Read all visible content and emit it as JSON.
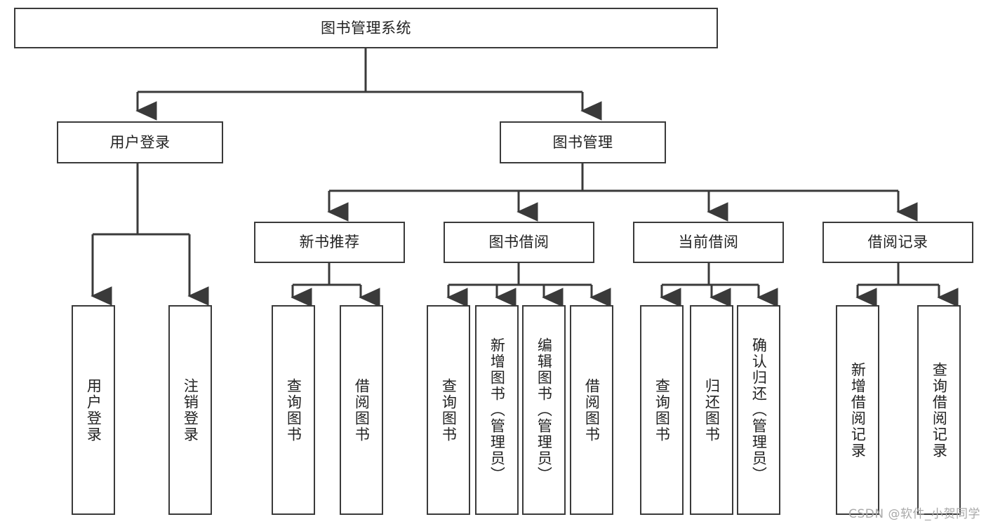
{
  "diagram": {
    "title": "图书管理系统",
    "type": "tree",
    "colors": {
      "box_border": "#3a3a3a",
      "box_fill": "#ffffff",
      "connector": "#3a3a3a",
      "text": "#222222",
      "watermark": "#a9a9a9",
      "background": "#ffffff"
    },
    "root": {
      "label": "图书管理系统"
    },
    "level1": [
      {
        "id": "user-login",
        "label": "用户登录"
      },
      {
        "id": "book-management",
        "label": "图书管理"
      }
    ],
    "level2": [
      {
        "id": "new-book-recommend",
        "label": "新书推荐",
        "parent": "book-management"
      },
      {
        "id": "book-borrow",
        "label": "图书借阅",
        "parent": "book-management"
      },
      {
        "id": "current-borrow",
        "label": "当前借阅",
        "parent": "book-management"
      },
      {
        "id": "borrow-record",
        "label": "借阅记录",
        "parent": "book-management"
      }
    ],
    "leaves": {
      "user-login": [
        {
          "id": "leaf-user-login",
          "label": "用户登录"
        },
        {
          "id": "leaf-user-logout",
          "label": "注销登录"
        }
      ],
      "new-book-recommend": [
        {
          "id": "leaf-query-book-1",
          "label": "查询图书"
        },
        {
          "id": "leaf-borrow-book-1",
          "label": "借阅图书"
        }
      ],
      "book-borrow": [
        {
          "id": "leaf-query-book-2",
          "label": "查询图书"
        },
        {
          "id": "leaf-add-book",
          "label": "新增图书（管理员）"
        },
        {
          "id": "leaf-edit-book",
          "label": "编辑图书（管理员）"
        },
        {
          "id": "leaf-borrow-book-2",
          "label": "借阅图书"
        }
      ],
      "current-borrow": [
        {
          "id": "leaf-query-book-3",
          "label": "查询图书"
        },
        {
          "id": "leaf-return-book",
          "label": "归还图书"
        },
        {
          "id": "leaf-confirm-return",
          "label": "确认归还（管理员）"
        }
      ],
      "borrow-record": [
        {
          "id": "leaf-add-record",
          "label": "新增借阅记录"
        },
        {
          "id": "leaf-query-record",
          "label": "查询借阅记录"
        }
      ]
    },
    "watermark": "CSDN @软件_小贺同学"
  }
}
